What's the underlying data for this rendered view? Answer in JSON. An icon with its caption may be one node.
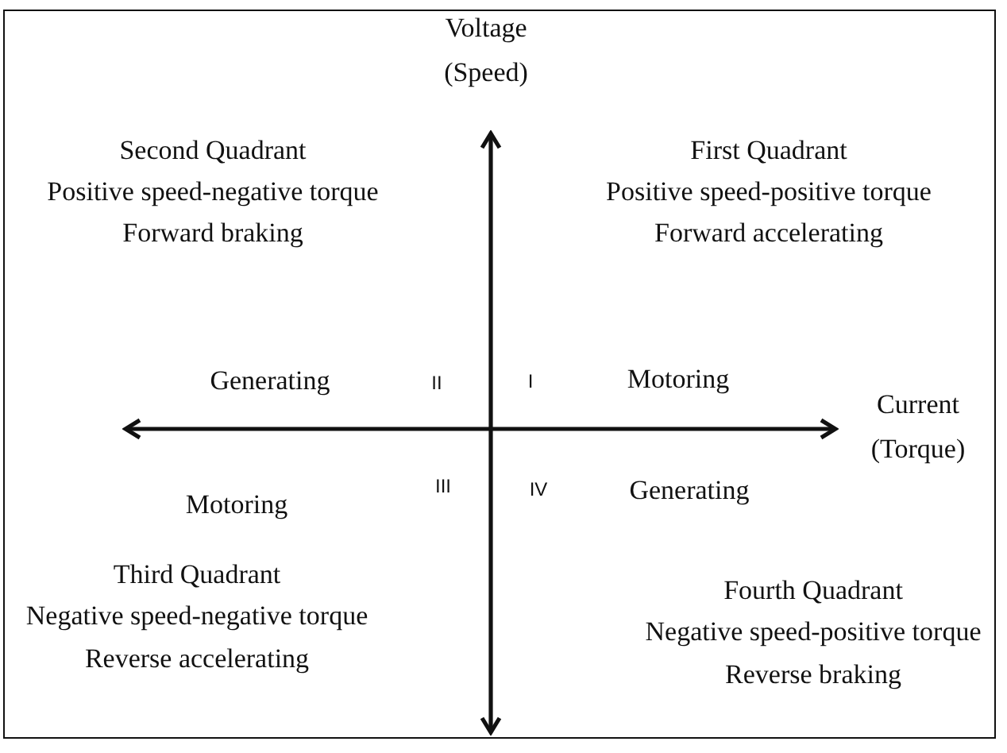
{
  "diagram": {
    "labels": [
      "Voltage (Speed)",
      "Second Quadrant",
      "Positive speed-negative torque",
      "Forward braking",
      "First Quadrant",
      "Positive speed-positive torque",
      "Forward accelerating",
      "Generating",
      "II",
      "I",
      "Motoring",
      "Current (Torque)",
      "Motoring",
      "III",
      "IV",
      "Generating",
      "Third Quadrant",
      "Negative speed-negative torque",
      "Reverse accelerating",
      "Fourth Quadrant",
      "Negative speed-positive torque",
      "Reverse braking"
    ]
  }
}
